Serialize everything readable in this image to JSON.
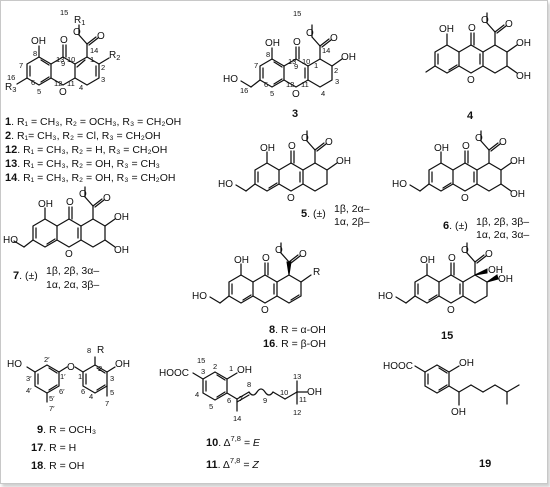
{
  "c1": {
    "atoms": {
      "oh": "OH",
      "o9": "O",
      "o": "O",
      "r1": "R",
      "r1sub": "1",
      "r2": "R",
      "r2sub": "2",
      "r3": "R",
      "r3sub": "3",
      "o_a": "O",
      "o_b": "O"
    },
    "nums": {
      "n15": "15",
      "n14": "14",
      "n13": "13",
      "n10": "10",
      "n8": "8",
      "n9": "9",
      "n1": "1",
      "n7": "7",
      "n2": "2",
      "n16": "16",
      "n6": "6",
      "n12": "12",
      "n11": "11",
      "n4": "4",
      "n3": "3",
      "n5": "5"
    },
    "rows": [
      {
        "id": "1",
        "text": ". R₁ = CH₃, R₂ = OCH₃, R₃ = CH₂OH"
      },
      {
        "id": "2",
        "text": ". R₁= CH₃, R₂ = Cl, R₃ = CH₂OH"
      },
      {
        "id": "12",
        "text": ". R₁ = CH₃, R₂ = H, R₃ = CH₂OH"
      },
      {
        "id": "13",
        "text": ". R₁ = CH₃, R₂ = OH, R₃ = CH₃"
      },
      {
        "id": "14",
        "text": ". R₁ = CH₃, R₂ = OH, R₃ = CH₂OH"
      }
    ]
  },
  "c3": {
    "id": "3",
    "atoms": {
      "oh8": "OH",
      "o9": "O",
      "o_a": "O",
      "o_b": "O",
      "oh2": "OH",
      "ho16": "HO",
      "o11": "O"
    },
    "nums": {
      "n15": "15",
      "n8": "8",
      "n13": "13",
      "n10": "10",
      "n14": "14",
      "n1": "1",
      "n2": "2",
      "n9": "9",
      "n7": "7",
      "n16": "16",
      "n6": "6",
      "n5": "5",
      "n12": "12",
      "n11": "11",
      "n4": "4",
      "n3": "3"
    }
  },
  "c4": {
    "id": "4",
    "atoms": {
      "oh_top": "OH",
      "o9": "O",
      "o_a": "O",
      "o_b": "O",
      "oh2": "OH",
      "oh3": "OH",
      "o11": "O"
    }
  },
  "c5": {
    "id": "5",
    "prefix": ". (±)",
    "stereo": [
      "1β, 2α–",
      "1α, 2β–"
    ],
    "atoms": {
      "oh": "OH",
      "o9": "O",
      "o_a": "O",
      "o_b": "O",
      "oh2": "OH",
      "ho": "HO",
      "o11": "O"
    }
  },
  "c6": {
    "id": "6",
    "prefix": ". (±)",
    "stereo": [
      "1β, 2β, 3β–",
      "1α, 2α, 3α–"
    ],
    "atoms": {
      "oh": "OH",
      "o9": "O",
      "o_a": "O",
      "o_b": "O",
      "oh2": "OH",
      "oh3": "OH",
      "ho": "HO",
      "o11": "O"
    }
  },
  "c7": {
    "id": "7",
    "prefix": ". (±)",
    "stereo": [
      "1β, 2β, 3α–",
      "1α, 2α, 3β–"
    ],
    "atoms": {
      "oh": "OH",
      "o9": "O",
      "o_a": "O",
      "o_b": "O",
      "oh2": "OH",
      "oh3": "OH",
      "ho": "HO",
      "o11": "O"
    }
  },
  "c8": {
    "atoms": {
      "oh": "OH",
      "o9": "O",
      "o_a": "O",
      "o_b": "O",
      "r": "R",
      "ho": "HO",
      "o11": "O"
    },
    "rows": [
      {
        "id": "8",
        "text": ". R = α-OH"
      },
      {
        "id": "16",
        "text": ". R = β-OH"
      }
    ]
  },
  "c15": {
    "id": "15",
    "atoms": {
      "oh": "OH",
      "o9": "O",
      "o_a": "O",
      "o_b": "O",
      "oh1": "OH",
      "oh2": "OH",
      "ho": "HO",
      "o11": "O"
    }
  },
  "c9": {
    "atoms": {
      "ho": "HO",
      "o": "O",
      "r": "R",
      "oh": "OH"
    },
    "nums": {
      "n8": "8",
      "n2p": "2′",
      "n1p": "1′",
      "n1": "1",
      "n2": "2",
      "n3p": "3′",
      "n6p": "6′",
      "n6": "6",
      "n3": "3",
      "n4p": "4′",
      "n5p": "5′",
      "n4": "4",
      "n5": "5",
      "n7p": "7′",
      "n7": "7"
    },
    "rows": [
      {
        "id": "9",
        "text": ". R = OCH₃"
      },
      {
        "id": "17",
        "text": ". R = H"
      },
      {
        "id": "18",
        "text": ". R = OH"
      }
    ]
  },
  "c10": {
    "atoms": {
      "hooc": "HOOC",
      "oh": "OH",
      "oh11": "OH"
    },
    "nums": {
      "n15": "15",
      "n2": "2",
      "n1": "1",
      "n3": "3",
      "n8": "8",
      "n4": "4",
      "n5": "5",
      "n6": "6",
      "n7": "7",
      "n13": "13",
      "n10": "10",
      "n11": "11",
      "n9": "9",
      "n14": "14",
      "n12": "12"
    },
    "rows": [
      {
        "id": "10",
        "text": ".  Δ",
        "sup": "7,8",
        "tail": " = E"
      },
      {
        "id": "11",
        "text": ".  Δ",
        "sup": "7,8",
        "tail": " = Z"
      }
    ]
  },
  "c19": {
    "id": "19",
    "atoms": {
      "hooc": "HOOC",
      "oh": "OH",
      "oh2": "OH"
    }
  }
}
